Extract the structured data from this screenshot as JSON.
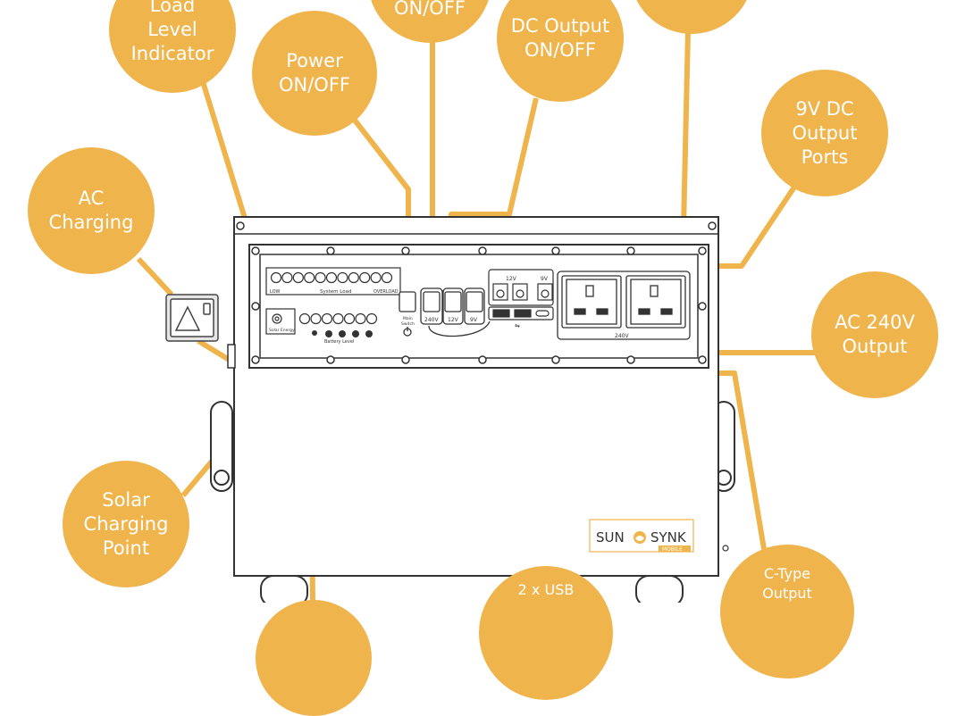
{
  "colors": {
    "accent": "#f0b44c",
    "outline": "#333333",
    "background": "#ffffff"
  },
  "callouts": {
    "load_level": "Load\nLevel\nIndicator",
    "main_onoff": "ON/OFF",
    "power": "Power\nON/OFF",
    "dc_output": "DC Output\nON/OFF",
    "nine_v": "9V DC\nOutput\nPorts",
    "ac_charging": "AC\nCharging",
    "ac_output": "AC 240V\nOutput",
    "solar": "Solar\nCharging\nPoint",
    "usb": "2 x USB",
    "ctype": "C-Type\nOutput"
  },
  "panel": {
    "system_load_low": "LOW",
    "system_load": "System Load",
    "system_load_overload": "OVERLOAD",
    "main_switch": "Main\nSwitch",
    "sw_240": "240V",
    "sw_12": "12V",
    "sw_9": "9V",
    "out_12": "12V",
    "out_9": "9V",
    "socket_240": "240V",
    "solar_energy": "Solar Energy",
    "battery_level": "Battery Level"
  },
  "brand": {
    "sun": "SUN",
    "synk": "SYNK",
    "mobile": "MOBILE"
  }
}
